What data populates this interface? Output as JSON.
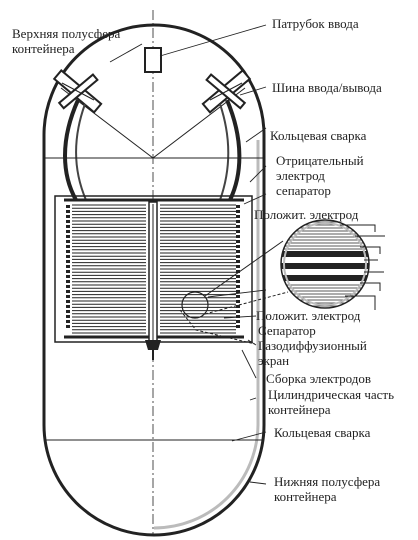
{
  "labels": {
    "upper_hemisphere": "Верхняя полусфера\nконтейнера",
    "inlet_pipe": "Патрубок ввода",
    "io_busbar": "Шина ввода/вывода",
    "ring_weld_top": "Кольцевая сварка",
    "negative_electrode": "Отрицательный\nэлектрод",
    "separator_top": "сепаратор",
    "positive_electrode_top": "Положит. электрод",
    "positive_electrode_bottom": "Положит. электрод",
    "separator_bottom": "Сепаратор",
    "gas_diffusion_screen": "Газодиффузионный\nэкран",
    "electrode_assembly": "Сборка электродов",
    "cylindrical_part": "Цилиндрическая часть\nконтейнера",
    "ring_weld_bottom": "Кольцевая сварка",
    "lower_hemisphere": "Нижняя полусфера\nконтейнера"
  },
  "colors": {
    "ink": "#222222",
    "shadow": "#444444",
    "light": "#bbbbbb"
  }
}
